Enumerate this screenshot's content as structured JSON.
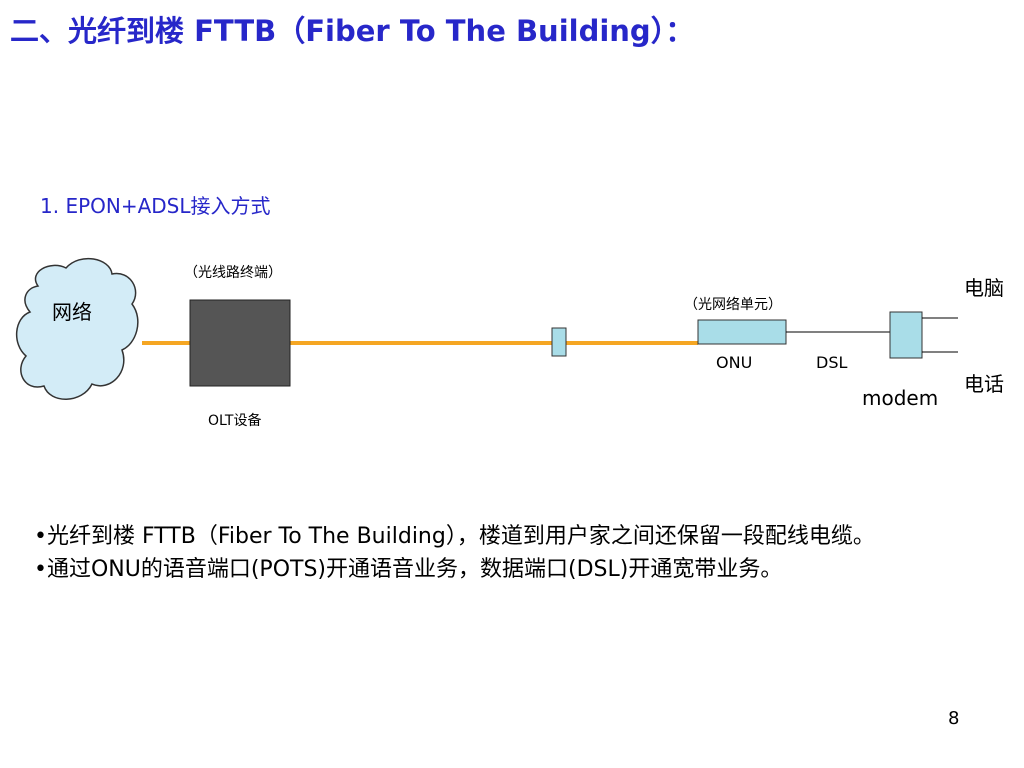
{
  "title": "二、光纤到楼 FTTB（Fiber To The Building）：",
  "subtitle": "1. EPON+ADSL接入方式",
  "diagram": {
    "network_label": "网络",
    "olt_caption": "（光线路终端）",
    "olt_label": "OLT设备",
    "onu_caption": "（光网络单元）",
    "onu_label": "ONU",
    "dsl_label": "DSL",
    "modem_label": "modem",
    "computer_label": "电脑",
    "phone_label": "电话",
    "colors": {
      "fiber": "#f5a623",
      "device": "#a9dde8",
      "cloud": "#d3ecf7"
    }
  },
  "bullets": [
    "•光纤到楼 FTTB（Fiber To The Building），楼道到用户家之间还保留一段配线电缆。",
    "•通过ONU的语音端口(POTS)开通语音业务，数据端口(DSL)开通宽带业务。"
  ],
  "page_number": "8"
}
